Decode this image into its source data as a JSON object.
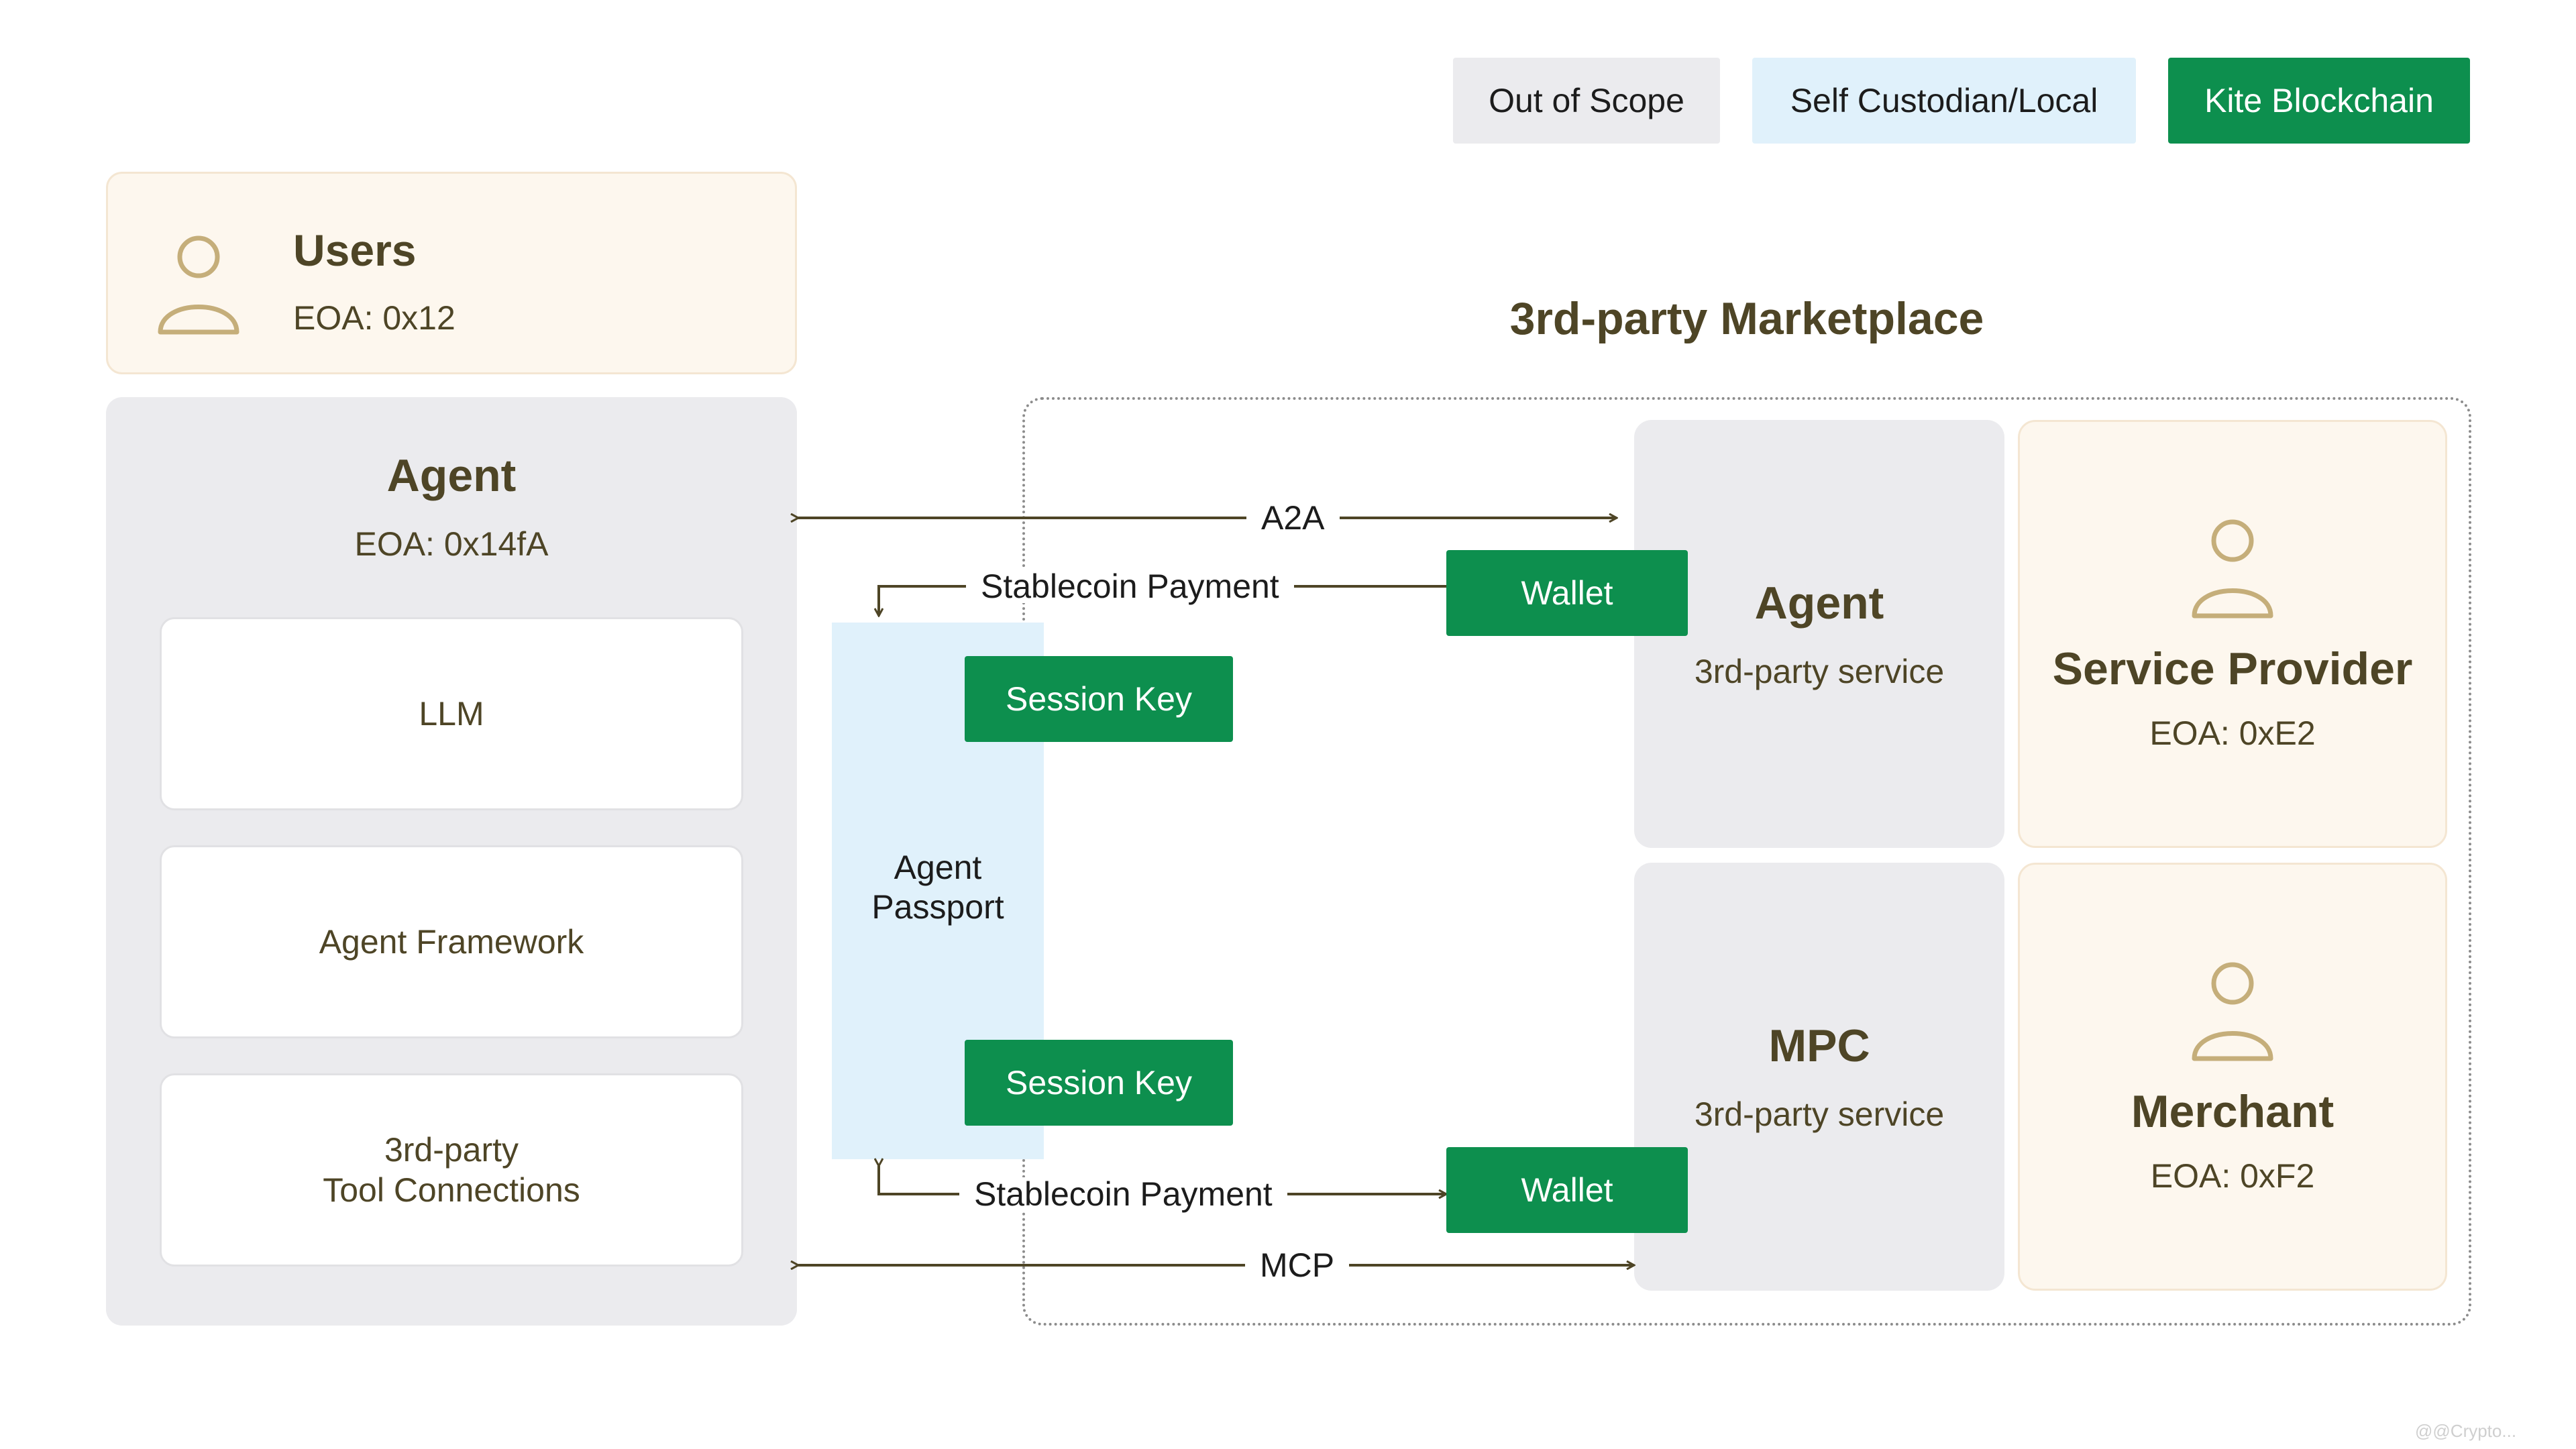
{
  "legend": {
    "out_of_scope": "Out of Scope",
    "self_custodian": "Self Custodian/Local",
    "kite_blockchain": "Kite Blockchain"
  },
  "users": {
    "title": "Users",
    "eoa": "EOA: 0x12"
  },
  "agent": {
    "title": "Agent",
    "eoa": "EOA: 0x14fA",
    "components": {
      "llm": "LLM",
      "framework": "Agent Framework",
      "tools_line1": "3rd-party",
      "tools_line2": "Tool Connections"
    }
  },
  "passport": {
    "line1": "Agent",
    "line2": "Passport",
    "session_key_top": "Session Key",
    "session_key_bottom": "Session Key"
  },
  "flows": {
    "a2a": "A2A",
    "payment_top": "Stablecoin Payment",
    "payment_bottom": "Stablecoin Payment",
    "mcp": "MCP"
  },
  "wallets": {
    "top": "Wallet",
    "bottom": "Wallet"
  },
  "marketplace": {
    "title": "3rd-party Marketplace",
    "agent_service": {
      "title": "Agent",
      "subtitle": "3rd-party service"
    },
    "mpc_service": {
      "title": "MPC",
      "subtitle": "3rd-party service"
    },
    "service_provider": {
      "title": "Service Provider",
      "eoa": "EOA: 0xE2"
    },
    "merchant": {
      "title": "Merchant",
      "eoa": "EOA: 0xF2"
    }
  },
  "colors": {
    "out_of_scope": "#ebebee",
    "self_custodian": "#e0f1fb",
    "kite_blockchain": "#0d8f4e",
    "users_beige": "#fdf7ee",
    "text_olive": "#4e4526",
    "arrow": "#4e4526"
  },
  "watermark": "@@Crypto..."
}
